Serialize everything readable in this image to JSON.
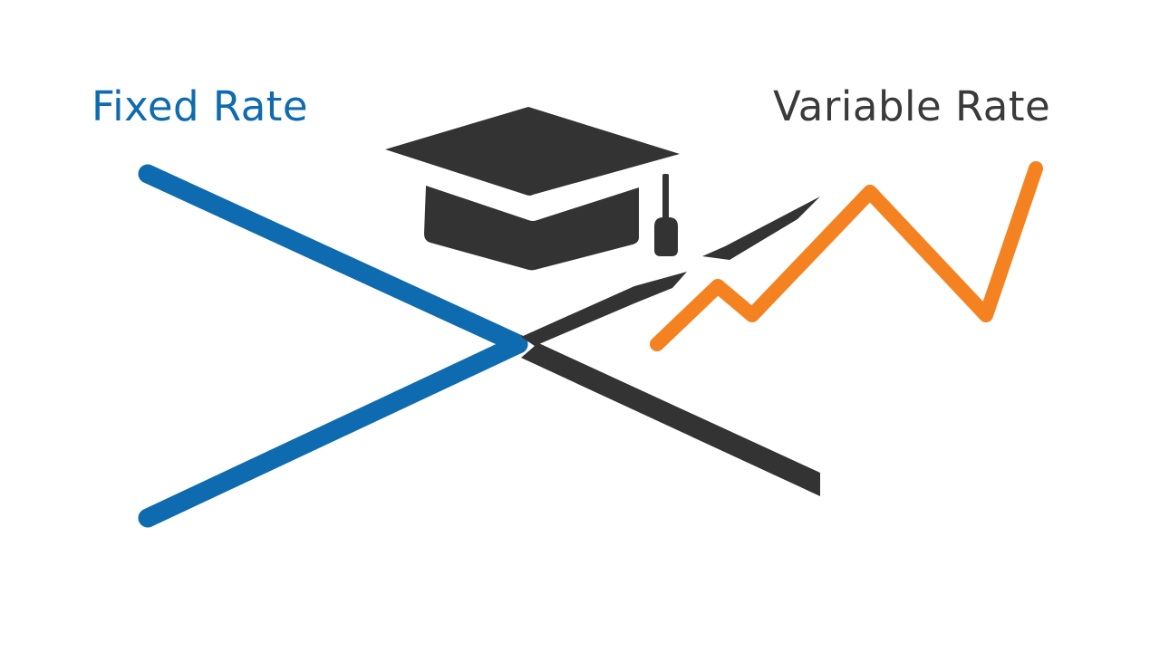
{
  "labels": {
    "fixed": "Fixed Rate",
    "variable": "Variable Rate"
  },
  "colors": {
    "fixed": "#0e6bb0",
    "variable_text": "#3a3a3a",
    "variable_line": "#f58220",
    "icon": "#333333",
    "background": "#ffffff"
  },
  "icons": {
    "graduation_cap": "graduation-cap-icon",
    "fixed_lines": "fixed-rate-converging-lines",
    "variable_line": "variable-rate-zigzag-line"
  }
}
